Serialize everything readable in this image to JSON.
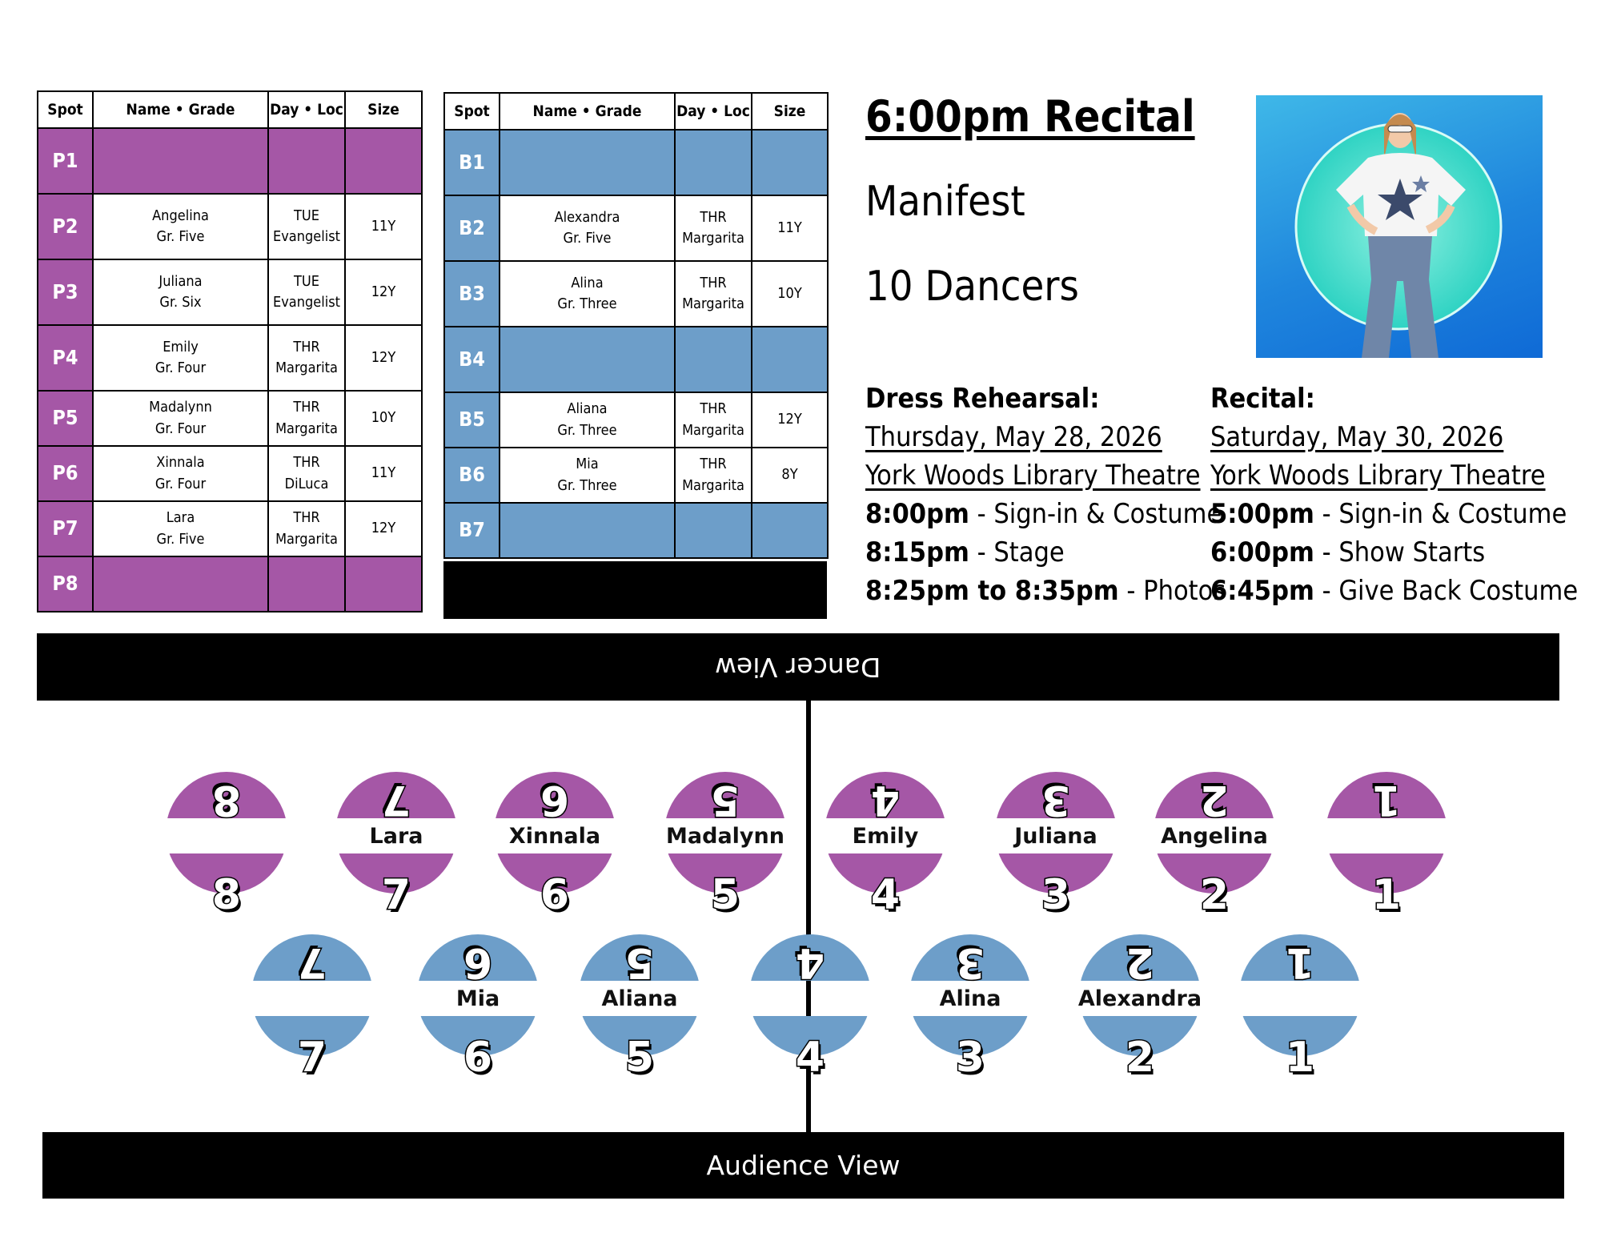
{
  "purple_table": {
    "headers": [
      "Spot",
      "Name • Grade",
      "Day • Loc",
      "Size"
    ],
    "rows": [
      {
        "spot": "P1",
        "name": "",
        "grade": "",
        "day": "",
        "loc": "",
        "size": ""
      },
      {
        "spot": "P2",
        "name": "Angelina",
        "grade": "Gr. Five",
        "day": "TUE",
        "loc": "Evangelist",
        "size": "11Y"
      },
      {
        "spot": "P3",
        "name": "Juliana",
        "grade": "Gr. Six",
        "day": "TUE",
        "loc": "Evangelist",
        "size": "12Y"
      },
      {
        "spot": "P4",
        "name": "Emily",
        "grade": "Gr. Four",
        "day": "THR",
        "loc": "Margarita",
        "size": "12Y"
      },
      {
        "spot": "P5",
        "name": "Madalynn",
        "grade": "Gr. Four",
        "day": "THR",
        "loc": "Margarita",
        "size": "10Y"
      },
      {
        "spot": "P6",
        "name": "Xinnala",
        "grade": "Gr. Four",
        "day": "THR",
        "loc": "DiLuca",
        "size": "11Y"
      },
      {
        "spot": "P7",
        "name": "Lara",
        "grade": "Gr. Five",
        "day": "THR",
        "loc": "Margarita",
        "size": "12Y"
      },
      {
        "spot": "P8",
        "name": "",
        "grade": "",
        "day": "",
        "loc": "",
        "size": ""
      }
    ]
  },
  "blue_table": {
    "headers": [
      "Spot",
      "Name • Grade",
      "Day • Loc",
      "Size"
    ],
    "rows": [
      {
        "spot": "B1",
        "name": "",
        "grade": "",
        "day": "",
        "loc": "",
        "size": ""
      },
      {
        "spot": "B2",
        "name": "Alexandra",
        "grade": "Gr. Five",
        "day": "THR",
        "loc": "Margarita",
        "size": "11Y"
      },
      {
        "spot": "B3",
        "name": "Alina",
        "grade": "Gr. Three",
        "day": "THR",
        "loc": "Margarita",
        "size": "10Y"
      },
      {
        "spot": "B4",
        "name": "",
        "grade": "",
        "day": "",
        "loc": "",
        "size": ""
      },
      {
        "spot": "B5",
        "name": "Aliana",
        "grade": "Gr. Three",
        "day": "THR",
        "loc": "Margarita",
        "size": "12Y"
      },
      {
        "spot": "B6",
        "name": "Mia",
        "grade": "Gr. Three",
        "day": "THR",
        "loc": "Margarita",
        "size": "8Y"
      },
      {
        "spot": "B7",
        "name": "",
        "grade": "",
        "day": "",
        "loc": "",
        "size": ""
      }
    ]
  },
  "info": {
    "title": "6:00pm Recital",
    "routine": "Manifest",
    "dancer_count": "10 Dancers"
  },
  "dress_rehearsal": {
    "heading": "Dress Rehearsal:",
    "date": "Thursday, May 28, 2026",
    "venue": "York Woods Library Theatre",
    "items": [
      {
        "time": "8:00pm",
        "desc": " - Sign-in & Costume"
      },
      {
        "time": "8:15pm",
        "desc": " - Stage"
      },
      {
        "time": "8:25pm to 8:35pm",
        "desc": " - Photos"
      }
    ]
  },
  "recital": {
    "heading": "Recital:",
    "date": "Saturday, May 30, 2026",
    "venue": "York Woods Library Theatre",
    "items": [
      {
        "time": "5:00pm",
        "desc": " - Sign-in & Costume"
      },
      {
        "time": "6:00pm",
        "desc": " - Show Starts"
      },
      {
        "time": "6:45pm",
        "desc": " - Give Back Costume"
      }
    ]
  },
  "stage": {
    "dancer_view": "Dancer View",
    "audience_view": "Audience View",
    "purple_color": "#a557a6",
    "blue_color": "#6d9ec9",
    "purple_spots": [
      {
        "num": "8",
        "name": ""
      },
      {
        "num": "7",
        "name": "Lara"
      },
      {
        "num": "6",
        "name": "Xinnala"
      },
      {
        "num": "5",
        "name": "Madalynn"
      },
      {
        "num": "4",
        "name": "Emily"
      },
      {
        "num": "3",
        "name": "Juliana"
      },
      {
        "num": "2",
        "name": "Angelina"
      },
      {
        "num": "1",
        "name": ""
      }
    ],
    "blue_spots": [
      {
        "num": "7",
        "name": ""
      },
      {
        "num": "6",
        "name": "Mia"
      },
      {
        "num": "5",
        "name": "Aliana"
      },
      {
        "num": "4",
        "name": ""
      },
      {
        "num": "3",
        "name": "Alina"
      },
      {
        "num": "2",
        "name": "Alexandra"
      },
      {
        "num": "1",
        "name": ""
      }
    ]
  }
}
